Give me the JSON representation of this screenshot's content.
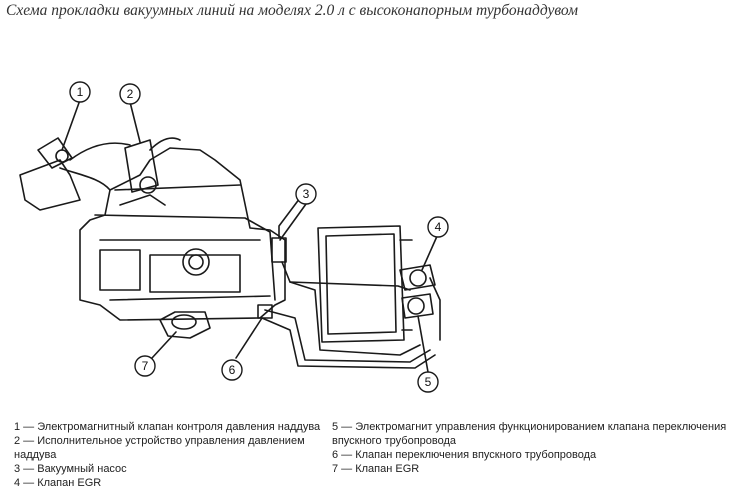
{
  "title": "Схема прокладки вакуумных линий на моделях 2.0 л с высоконапорным турбонаддувом",
  "callouts": [
    "1",
    "2",
    "3",
    "4",
    "5",
    "6",
    "7"
  ],
  "legend": {
    "left": [
      "1 — Электромагнитный клапан контроля давления наддува",
      "2 — Исполнительное устройство управления давлением наддува",
      "3 — Вакуумный насос",
      "4 — Клапан EGR"
    ],
    "right": [
      "5 — Электромагнит управления функционированием клапана переключения впускного трубопровода",
      "6 — Клапан переключения впускного трубопровода",
      "7 — Клапан EGR"
    ]
  },
  "colors": {
    "ink": "#1a1a1a",
    "title": "#333333",
    "background": "#ffffff"
  }
}
